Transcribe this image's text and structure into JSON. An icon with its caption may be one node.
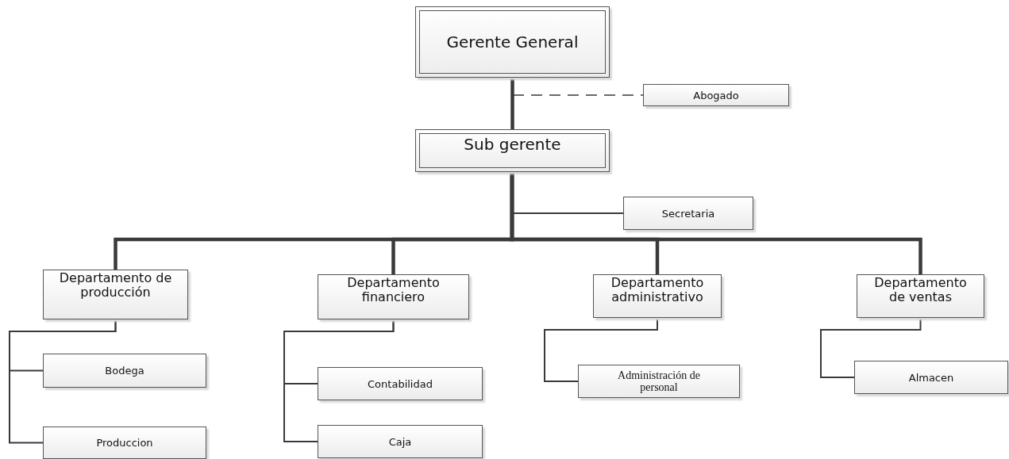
{
  "diagram": {
    "nodes": [
      {
        "text": [
          "Gerente General"
        ]
      },
      {
        "text": [
          "Abogado"
        ]
      },
      {
        "text": [
          "Sub gerente"
        ]
      },
      {
        "text": [
          "Secretaria"
        ]
      },
      {
        "text": [
          "Departamento de producción"
        ]
      },
      {
        "text": [
          "Departamento financiero"
        ]
      },
      {
        "text": [
          "Departamento administrativo"
        ]
      },
      {
        "text": [
          "Departamento de ventas"
        ]
      },
      {
        "text": [
          "Bodega"
        ]
      },
      {
        "text": [
          "Produccion"
        ]
      },
      {
        "text": [
          "Contabilidad"
        ]
      },
      {
        "text": [
          "Caja"
        ]
      },
      {
        "text": [
          "Administración de personal"
        ]
      },
      {
        "text": [
          "Almacen"
        ]
      }
    ],
    "edges": [
      {
        "from": 0,
        "to": 2,
        "arrow": "none",
        "style": "thick"
      },
      {
        "from": 0,
        "to": 1,
        "arrow": "none",
        "style": "dashed"
      },
      {
        "from": 2,
        "to": 3,
        "arrow": "none"
      },
      {
        "from": 2,
        "to": 4,
        "arrow": "none",
        "style": "thick"
      },
      {
        "from": 2,
        "to": 5,
        "arrow": "none",
        "style": "thick"
      },
      {
        "from": 2,
        "to": 6,
        "arrow": "none",
        "style": "thick"
      },
      {
        "from": 2,
        "to": 7,
        "arrow": "none",
        "style": "thick"
      },
      {
        "from": 4,
        "to": 8,
        "arrow": "none"
      },
      {
        "from": 4,
        "to": 9,
        "arrow": "none"
      },
      {
        "from": 5,
        "to": 10,
        "arrow": "none"
      },
      {
        "from": 5,
        "to": 11,
        "arrow": "none"
      },
      {
        "from": 6,
        "to": 12,
        "arrow": "none"
      },
      {
        "from": 7,
        "to": 13,
        "arrow": "none"
      }
    ]
  }
}
